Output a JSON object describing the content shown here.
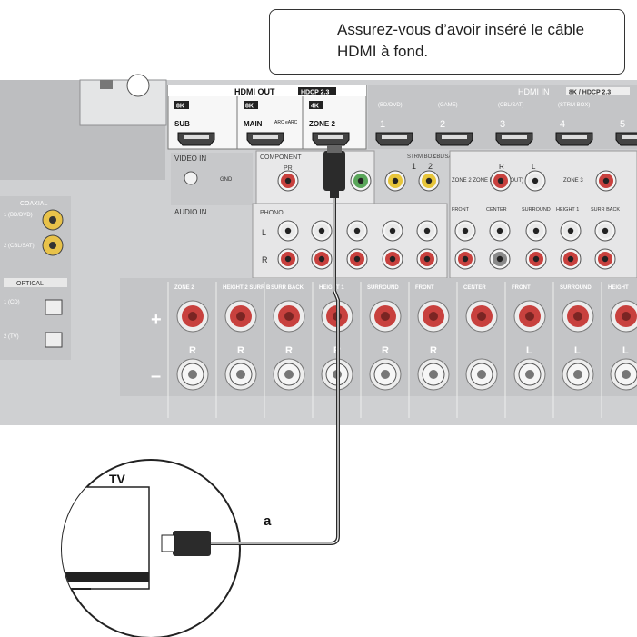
{
  "notice": "Assurez-vous d’avoir inséré le câble HDMI à fond.",
  "hdmi_out": {
    "title": "HDMI OUT",
    "hdcp": "HDCP 2.3",
    "ports": [
      {
        "res": "8K",
        "name": "SUB"
      },
      {
        "res": "8K",
        "name": "MAIN",
        "note": "ARC eARC"
      },
      {
        "res": "4K",
        "name": "ZONE 2"
      }
    ]
  },
  "hdmi_in": {
    "title": "HDMI IN",
    "badge": "8K / HDCP 2.3",
    "ports": [
      {
        "num": "1",
        "name": "(BD/DVD)"
      },
      {
        "num": "2",
        "name": "(GAME)"
      },
      {
        "num": "3",
        "name": "(CBL/SAT)"
      },
      {
        "num": "4",
        "name": "(STRM BOX)"
      },
      {
        "num": "5",
        "name": ""
      }
    ]
  },
  "video_in": {
    "title": "VIDEO IN",
    "gnd": "GND",
    "component": "COMPONENT",
    "pr": "PR"
  },
  "composite": [
    "1",
    "2"
  ],
  "composite_labels": [
    "STRM BOX",
    "CBL/SAT"
  ],
  "zone_labels": {
    "zone2": "ZONE 2 ZONE B (LINE OUT)",
    "zone3": "ZONE 3"
  },
  "channel_letters": {
    "r": "R",
    "l": "L"
  },
  "audio_in": {
    "title": "AUDIO IN",
    "phono": "PHONO",
    "l": "L",
    "r": "R"
  },
  "preout": [
    "FRONT",
    "CENTER",
    "SURROUND",
    "HEIGHT 1",
    "SURR BACK"
  ],
  "digital": {
    "coaxial": "COAXIAL",
    "coax_items": [
      "1 (BD/DVD)",
      "2 (CBL/SAT)"
    ],
    "optical": "OPTICAL",
    "opt_items": [
      "1 (CD)",
      "2 (TV)"
    ]
  },
  "speakers": {
    "plus": "+",
    "minus": "–",
    "columns": [
      {
        "name": "ZONE 2",
        "side": "R"
      },
      {
        "name": "HEIGHT 2 SURR B",
        "side": "R"
      },
      {
        "name": "SURR BACK",
        "side": "R"
      },
      {
        "name": "HEIGHT 1",
        "side": "R"
      },
      {
        "name": "SURROUND",
        "side": "R"
      },
      {
        "name": "FRONT",
        "side": "R"
      },
      {
        "name": "CENTER",
        "side": ""
      },
      {
        "name": "FRONT",
        "side": "L"
      },
      {
        "name": "SURROUND",
        "side": "L"
      },
      {
        "name": "HEIGHT",
        "side": "L"
      }
    ]
  },
  "tv_label": "TV",
  "cable_label": "a",
  "colors": {
    "panel": "#cfd0d2",
    "panel_dark": "#b9babc",
    "speaker_red": "#c8413e",
    "cable": "#2b2b2b",
    "rca_yellow": "#e7c53a",
    "rca_green": "#5aa65a"
  }
}
